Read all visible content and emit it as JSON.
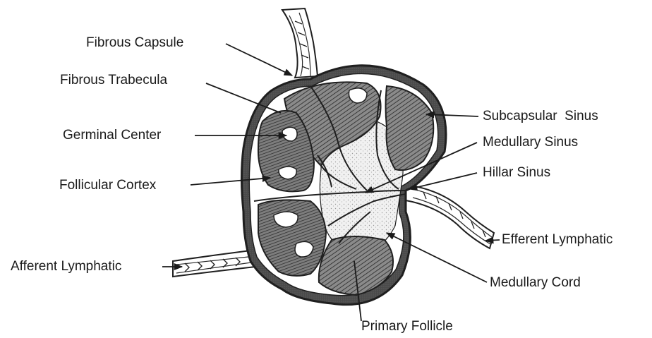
{
  "diagram": {
    "labels": {
      "fibrous_capsule": "Fibrous Capsule",
      "fibrous_trabecula": "Fibrous Trabecula",
      "germinal_center": "Germinal Center",
      "follicular_cortex": "Follicular Cortex",
      "afferent_lymphatic": "Afferent Lymphatic",
      "subcapsular_sinus": "Subcapsular  Sinus",
      "medullary_sinus": "Medullary Sinus",
      "hillar_sinus": "Hillar Sinus",
      "efferent_lymphatic": "Efferent Lymphatic",
      "medullary_cord": "Medullary Cord",
      "primary_follicle": "Primary Follicle"
    }
  }
}
